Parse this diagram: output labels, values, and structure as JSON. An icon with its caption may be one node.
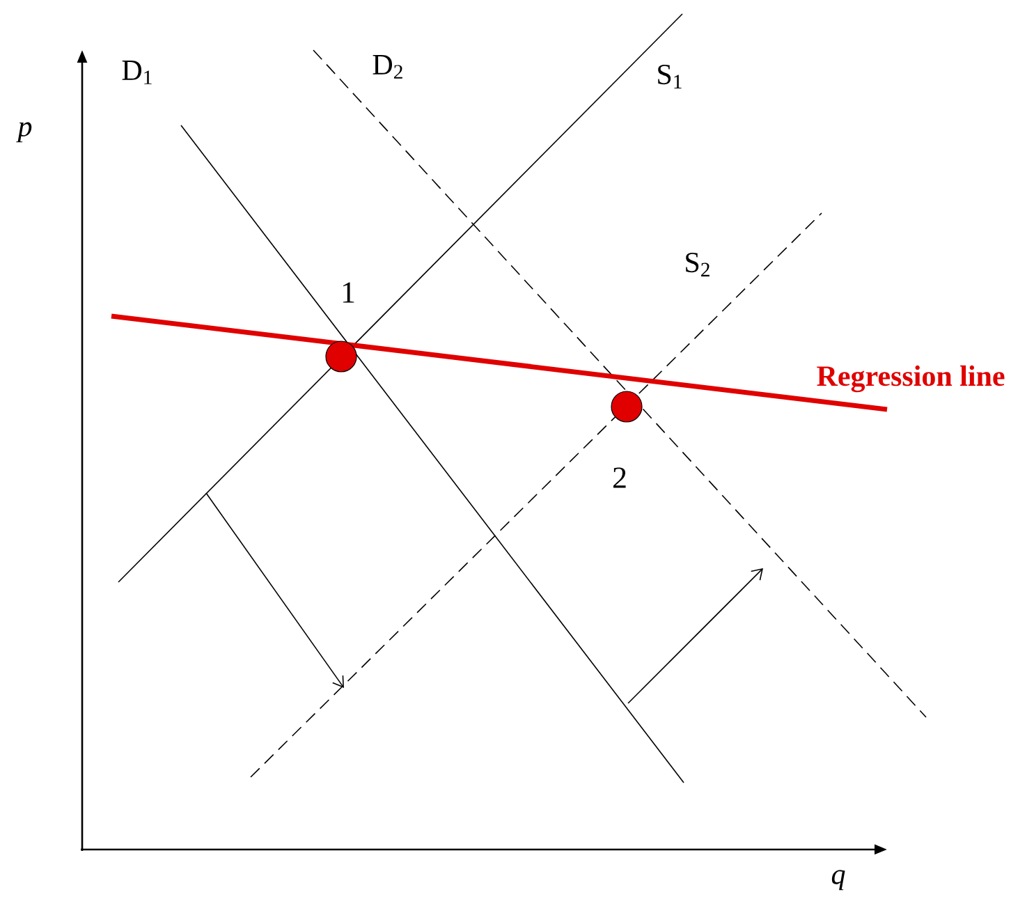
{
  "diagram": {
    "nodes": [
      {
        "text": [],
        "shape": "circle",
        "beside": [
          "1"
        ]
      },
      {
        "text": [],
        "shape": "circle",
        "beside": [
          "2"
        ]
      }
    ],
    "labels": [
      "D$_{1}$",
      "D$_{2}$",
      "S$_{1}$",
      "p",
      "S$_{2}$",
      "Regression line",
      "q"
    ]
  }
}
